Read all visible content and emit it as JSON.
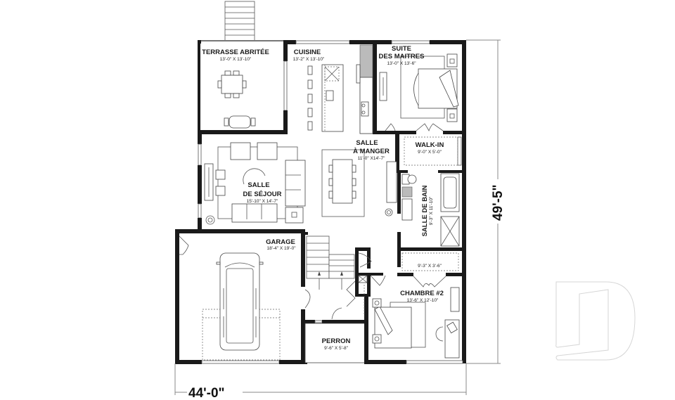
{
  "plan": {
    "overall_width": "44'-0\"",
    "overall_depth": "49'-5\"",
    "rooms": {
      "terrasse": {
        "name": "TERRASSE ABRITÉE",
        "dims": "13'-0\" X 13'-10\""
      },
      "cuisine": {
        "name": "CUISINE",
        "dims": "13'-2\" X 13'-10\""
      },
      "suite_line1": {
        "name": "SUITE"
      },
      "suite_line2": {
        "name": "DES MAITRES",
        "dims": "13'-0\" X 13'-6\""
      },
      "salle_manger_line1": {
        "name": "SALLE"
      },
      "salle_manger_line2": {
        "name": "À MANGER",
        "dims": "11'-0\" X14'-7\""
      },
      "walkin": {
        "name": "WALK-IN",
        "dims": "9'-0\" X 5'-0\""
      },
      "sejour_line1": {
        "name": "SALLE"
      },
      "sejour_line2": {
        "name": "DE SÉJOUR",
        "dims": "15'-10\" X 14'-7\""
      },
      "salle_bain": {
        "name": "SALLE DE BAIN",
        "dims": "9'-3\" X 11'-10\""
      },
      "garage": {
        "name": "GARAGE",
        "dims": "18'-4\" X 19'-0\""
      },
      "closet": {
        "dims": "9'-3\" X 3'-6\""
      },
      "chambre2": {
        "name": "CHAMBRE #2",
        "dims": "13'-6\" X 12'-10\""
      },
      "perron": {
        "name": "PERRON",
        "dims": "9'-6\" X 5'-8\""
      }
    }
  },
  "logo": {
    "icon": "d-logo-watermark"
  }
}
